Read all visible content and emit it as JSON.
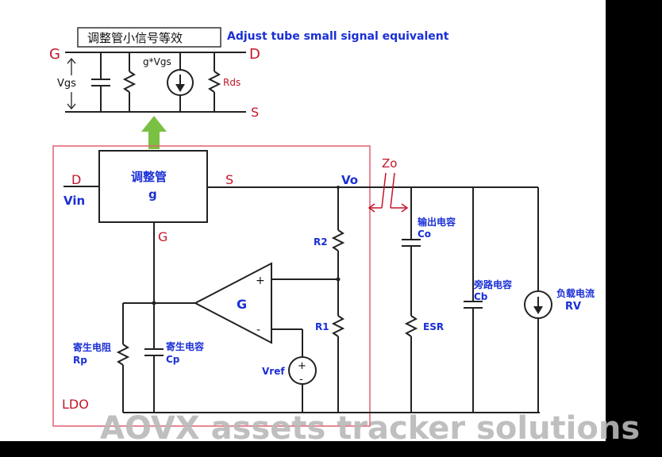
{
  "title_box": {
    "chinese": "调整管小信号等效",
    "english": "Adjust tube small signal equivalent"
  },
  "small_signal": {
    "gate_label": "G",
    "drain_label": "D",
    "source_label": "S",
    "vgs_label": "Vgs",
    "current_source_label": "g*Vgs",
    "rds_label": "Rds"
  },
  "tube": {
    "name": "调整管",
    "symbol": "g",
    "drain_label": "D",
    "source_label": "S",
    "gate_label": "G",
    "vin_label": "Vin"
  },
  "output": {
    "vo_label": "Vo",
    "zo_label": "Zo"
  },
  "feedback": {
    "r2_label": "R2",
    "r1_label": "R1",
    "amp_label": "G",
    "plus": "+",
    "minus": "-",
    "vref_label": "Vref"
  },
  "parasitic": {
    "rp_title": "寄生电阻",
    "rp_label": "Rp",
    "cp_title": "寄生电容",
    "cp_label": "Cp"
  },
  "output_network": {
    "co_title": "输出电容",
    "co_label": "Co",
    "esr_label": "ESR",
    "cb_title": "旁路电容",
    "cb_label": "Cb",
    "load_title": "负载电流",
    "load_label": "RV"
  },
  "ldo_label": "LDO",
  "watermark": "AOVX assets tracker solutions",
  "colors": {
    "blue_text": "#1a2fd6",
    "red_text": "#c4162a",
    "arrow_green": "#7ac143",
    "ldo_box": "#e06070"
  }
}
